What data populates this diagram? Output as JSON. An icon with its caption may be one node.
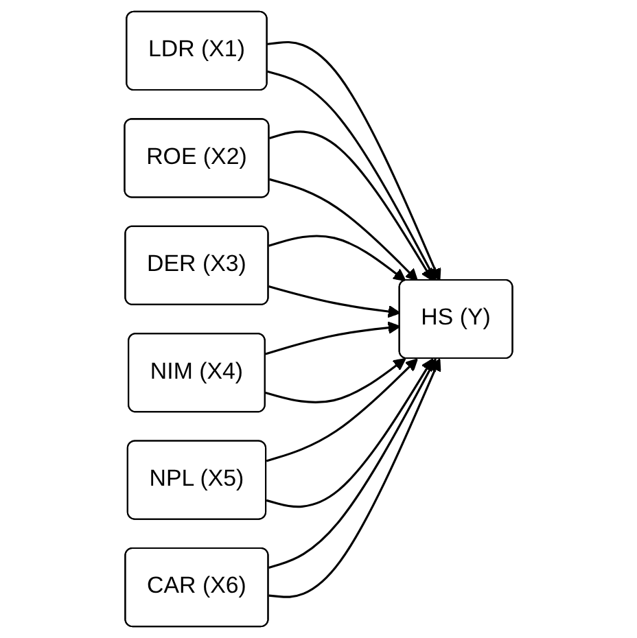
{
  "diagram": {
    "nodes": [
      {
        "text": [
          "LDR (X1)"
        ]
      },
      {
        "text": [
          "ROE (X2)"
        ]
      },
      {
        "text": [
          "DER (X3)"
        ]
      },
      {
        "text": [
          "NIM (X4)"
        ]
      },
      {
        "text": [
          "NPL (X5)"
        ]
      },
      {
        "text": [
          "CAR (X6)"
        ]
      },
      {
        "text": [
          "HS (Y)"
        ]
      }
    ],
    "edges": [
      {
        "from": 0,
        "to": 6,
        "arrow": "to"
      },
      {
        "from": 1,
        "to": 6,
        "arrow": "to"
      },
      {
        "from": 2,
        "to": 6,
        "arrow": "to"
      },
      {
        "from": 3,
        "to": 6,
        "arrow": "to"
      },
      {
        "from": 4,
        "to": 6,
        "arrow": "to"
      },
      {
        "from": 5,
        "to": 6,
        "arrow": "to"
      },
      {
        "from": 0,
        "to": 6,
        "arrow": "to"
      },
      {
        "from": 1,
        "to": 6,
        "arrow": "to"
      },
      {
        "from": 2,
        "to": 6,
        "arrow": "to"
      },
      {
        "from": 3,
        "to": 6,
        "arrow": "to"
      },
      {
        "from": 4,
        "to": 6,
        "arrow": "to"
      },
      {
        "from": 5,
        "to": 6,
        "arrow": "to"
      }
    ]
  }
}
